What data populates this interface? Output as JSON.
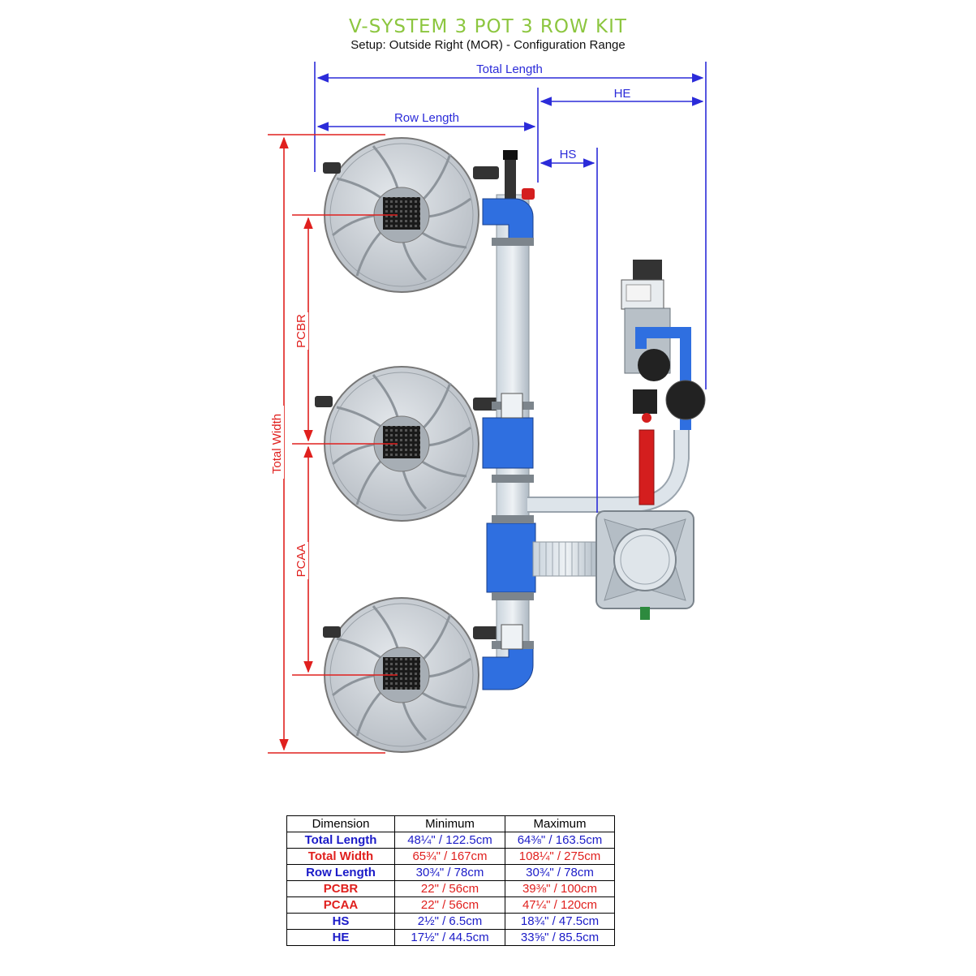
{
  "header": {
    "title": "V-SYSTEM 3 POT 3 ROW KIT",
    "subtitle": "Setup: Outside Right (MOR) - Configuration Range"
  },
  "colors": {
    "title_green": "#8cc63f",
    "dimension_blue": "#2b2bd9",
    "dimension_red": "#e0201e",
    "pipe_blue": "#2f6fe0",
    "feed_red": "#d41e1e"
  },
  "labels": {
    "total_length": "Total Length",
    "he": "HE",
    "row_length": "Row Length",
    "hs": "HS",
    "total_width": "Total Width",
    "pcbr": "PCBR",
    "pcaa": "PCAA"
  },
  "table": {
    "headers": [
      "Dimension",
      "Minimum",
      "Maximum"
    ],
    "rows": [
      {
        "dimension": "Total Length",
        "min": "48¼\" / 122.5cm",
        "max": "64⅜\" / 163.5cm",
        "color": "blue"
      },
      {
        "dimension": "Total Width",
        "min": "65¾\" / 167cm",
        "max": "108¼\" / 275cm",
        "color": "red"
      },
      {
        "dimension": "Row Length",
        "min": "30¾\" / 78cm",
        "max": "30¾\" / 78cm",
        "color": "blue"
      },
      {
        "dimension": "PCBR",
        "min": "22\" / 56cm",
        "max": "39⅜\" / 100cm",
        "color": "red"
      },
      {
        "dimension": "PCAA",
        "min": "22\" / 56cm",
        "max": "47¼\" / 120cm",
        "color": "red"
      },
      {
        "dimension": "HS",
        "min": "2½\" / 6.5cm",
        "max": "18¾\" / 47.5cm",
        "color": "blue"
      },
      {
        "dimension": "HE",
        "min": "17½\" / 44.5cm",
        "max": "33⅝\" / 85.5cm",
        "color": "blue"
      }
    ]
  }
}
